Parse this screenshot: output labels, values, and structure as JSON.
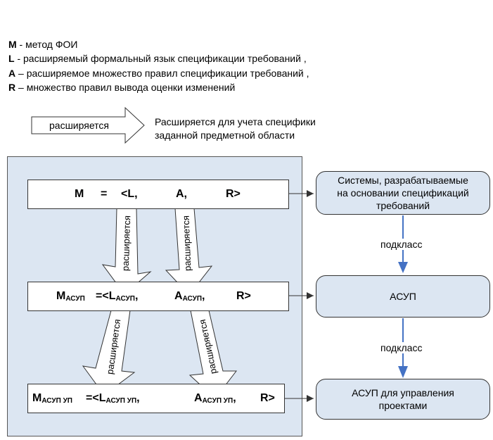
{
  "legend": [
    {
      "sym": "M",
      "text": " - метод ФОИ"
    },
    {
      "sym": "L",
      "text": " - расширяемый формальный язык спецификации требований   ,"
    },
    {
      "sym": "A",
      "text": " – расширяемое множество правил спецификации требований   ,"
    },
    {
      "sym": "R",
      "text": " – множество правил вывода оценки изменений"
    }
  ],
  "key": {
    "arrow_label": "расширяется",
    "desc_line1": "Расширяется для учета специфики",
    "desc_line2": "заданной предметной области"
  },
  "formulas": {
    "f1": {
      "m": "M",
      "eq": "=",
      "l": "<L,",
      "a": "A,",
      "r": "R>"
    },
    "f2": {
      "m": "M",
      "m_sub": "АСУП",
      "l": "=<L",
      "l_sub": "АСУП",
      "l_tail": ",",
      "a": "A",
      "a_sub": "АСУП",
      "a_tail": ",",
      "r": "R>"
    },
    "f3": {
      "m": "M",
      "m_sub": "АСУП УП",
      "l": "=<L",
      "l_sub": "АСУП УП",
      "l_tail": ",",
      "a": "A",
      "a_sub": "АСУП УП",
      "a_tail": ",",
      "r": "R>"
    }
  },
  "extends_label": "расширяется",
  "nodes": {
    "n1_line1": "Системы, разрабатываемые",
    "n1_line2": "на основании спецификаций",
    "n1_line3": "требований",
    "n2": "АСУП",
    "n3_line1": "АСУП для управления",
    "n3_line2": "проектами"
  },
  "edges": {
    "e1": "подкласс",
    "e2": "подкласс"
  },
  "colors": {
    "panel": "#dce6f2",
    "connector": "#4472c4"
  }
}
